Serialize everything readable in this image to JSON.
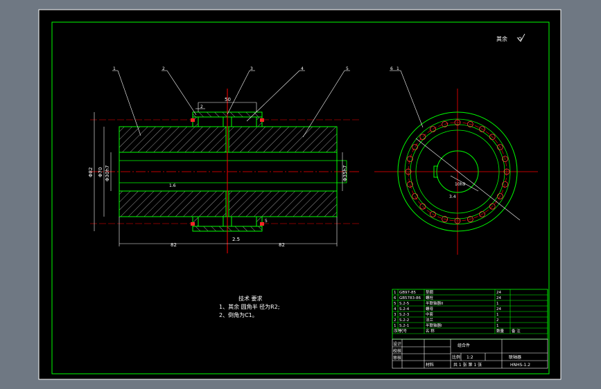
{
  "colors": {
    "background": "#6f7883",
    "sheet": "#000000",
    "frame": "#ffffff",
    "outline": "#00ff00",
    "hatch": "#ffffff",
    "centerline": "#ff0000",
    "balloon": "#ffffff",
    "dim": "#ffffff"
  },
  "roughness_note": "其余",
  "balloons": [
    "1",
    "2",
    "3",
    "4",
    "5"
  ],
  "side_view_balloons": [
    "6",
    "1"
  ],
  "dims": {
    "d82": "Φ82",
    "d70": "Φ70",
    "d30": "Φ30h7",
    "d35": "Φ35h7",
    "len_left": "82",
    "len_right": "82",
    "gap": "2.5",
    "top_50": "50",
    "top_2": "2",
    "r16": "1.6",
    "r5": "5",
    "keyway": "10h9",
    "keydepth": "3.4"
  },
  "tech_req": {
    "title": "技术 要求",
    "line1": "1、其余 圆角半 径为R2;",
    "line2": "2、倒角为C1。"
  },
  "bom": [
    {
      "no": "1",
      "code": "GB97-85",
      "name": "垫圈",
      "qty": "24"
    },
    {
      "no": "6",
      "code": "GB5783-86",
      "name": "螺栓",
      "qty": "24"
    },
    {
      "no": "5",
      "code": "S.2-5",
      "name": "半联轴器II",
      "qty": "1"
    },
    {
      "no": "4",
      "code": "S.2-4",
      "name": "螺母",
      "qty": "24"
    },
    {
      "no": "3",
      "code": "S.2-3",
      "name": "中套",
      "qty": "1"
    },
    {
      "no": "2",
      "code": "S.2-2",
      "name": "法兰",
      "qty": "2"
    },
    {
      "no": "1",
      "code": "S.2-1",
      "name": "半联轴器I",
      "qty": "1"
    }
  ],
  "bom_header": {
    "no": "序号",
    "code": "代号",
    "name": "名 称",
    "qty": "数量",
    "remark": "备 注"
  },
  "title_block": {
    "assembly": "组合件",
    "part": "联轴器",
    "drawing_no": "HNHS-1.2",
    "scale_label": "比例",
    "scale": "1:2",
    "sheet": "共 1 张 第 1 张",
    "designer": "设计",
    "checker": "校核",
    "reviewer": "审核",
    "material_col": "材料"
  }
}
